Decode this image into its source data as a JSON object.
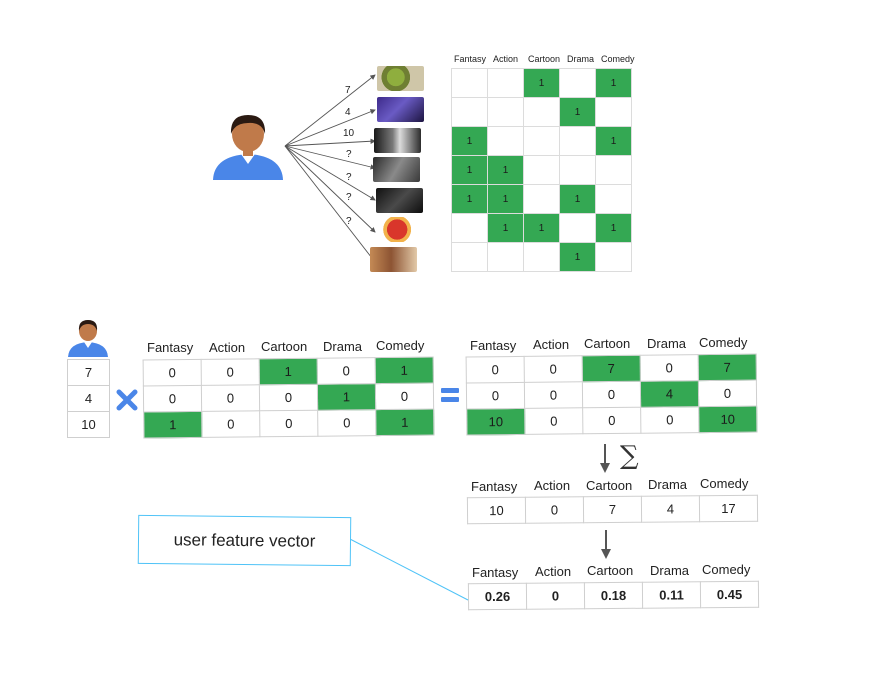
{
  "genres": [
    "Fantasy",
    "Action",
    "Cartoon",
    "Drama",
    "Comedy"
  ],
  "colors": {
    "green": "#34a853",
    "blue": "#4a86e8",
    "skin": "#c07a4a",
    "hair": "#2b1a12",
    "callout": "#4fc3f7"
  },
  "top": {
    "ratings": [
      "7",
      "4",
      "10",
      "?",
      "?",
      "?",
      "?"
    ],
    "matrix": [
      [
        "",
        "",
        "1",
        "",
        "1"
      ],
      [
        "",
        "",
        "",
        "1",
        ""
      ],
      [
        "1",
        "",
        "",
        "",
        "1"
      ],
      [
        "1",
        "1",
        "",
        "",
        ""
      ],
      [
        "1",
        "1",
        "",
        "1",
        ""
      ],
      [
        "",
        "1",
        "1",
        "",
        "1"
      ],
      [
        "",
        "",
        "",
        "1",
        ""
      ]
    ]
  },
  "user_ratings": [
    "7",
    "4",
    "10"
  ],
  "genre_matrix": [
    [
      "0",
      "0",
      "1",
      "0",
      "1"
    ],
    [
      "0",
      "0",
      "0",
      "1",
      "0"
    ],
    [
      "1",
      "0",
      "0",
      "0",
      "1"
    ]
  ],
  "product_matrix": [
    [
      "0",
      "0",
      "7",
      "0",
      "7"
    ],
    [
      "0",
      "0",
      "0",
      "4",
      "0"
    ],
    [
      "10",
      "0",
      "0",
      "0",
      "10"
    ]
  ],
  "sum_symbol": "∑",
  "sum_vector": [
    "10",
    "0",
    "7",
    "4",
    "17"
  ],
  "normalized_vector": [
    "0.26",
    "0",
    "0.18",
    "0.11",
    "0.45"
  ],
  "callout": "user feature vector"
}
